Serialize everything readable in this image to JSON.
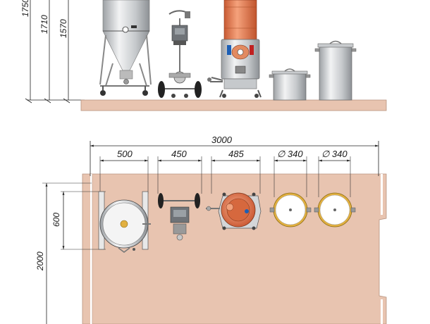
{
  "elevation": {
    "heights": [
      "1750",
      "1710",
      "1570"
    ]
  },
  "plan": {
    "overall_width": "3000",
    "segments": [
      "500",
      "450",
      "485",
      "∅ 340",
      "∅ 340"
    ],
    "depth_upper": "600",
    "depth_total": "2000"
  },
  "colors": {
    "floor": "#e8c4b0",
    "floor_edge": "#c09c86",
    "copper": "#e27a52",
    "steel": "#d4d6d8",
    "brass": "#e2b040"
  },
  "icons": [
    "fermenter-tank-icon",
    "pump-cart-icon",
    "brew-kettle-icon",
    "stock-pot-icon"
  ]
}
